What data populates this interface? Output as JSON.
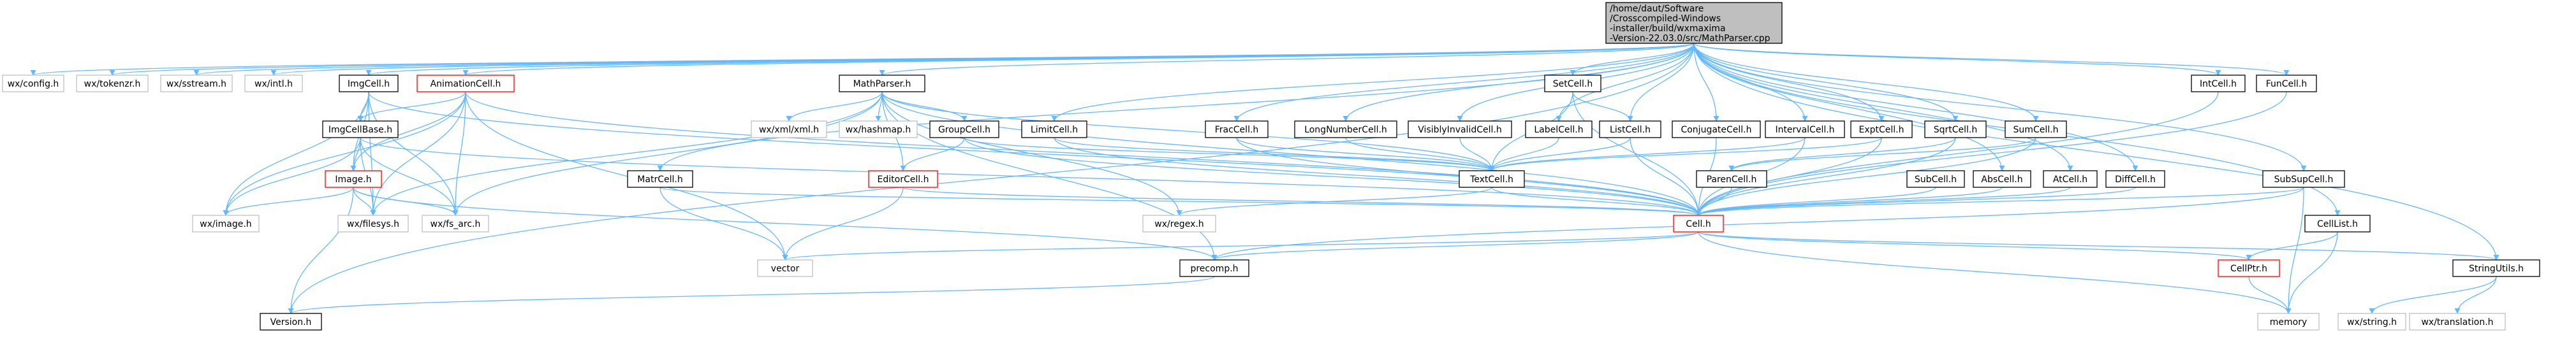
{
  "colors": {
    "root_fill": "#bfbfbf",
    "root_border": "#000000",
    "project_border": "#000000",
    "external_border": "#bfbfbf",
    "highlight_border": "#ff0000",
    "edge": "#63b8ff"
  },
  "nodes": [
    {
      "id": "root",
      "kind": "root",
      "lines": [
        "/home/daut/Software",
        "/Crosscompiled-Windows",
        "-installer/build/wxmaxima",
        "-Version-22.03.0/src/MathParser.cpp"
      ]
    },
    {
      "id": "wxconfig",
      "kind": "external",
      "lines": [
        "wx/config.h"
      ]
    },
    {
      "id": "wxtokenzr",
      "kind": "external",
      "lines": [
        "wx/tokenzr.h"
      ]
    },
    {
      "id": "wxsstream",
      "kind": "external",
      "lines": [
        "wx/sstream.h"
      ]
    },
    {
      "id": "wxintl",
      "kind": "external",
      "lines": [
        "wx/intl.h"
      ]
    },
    {
      "id": "imgcell",
      "kind": "project",
      "lines": [
        "ImgCell.h"
      ]
    },
    {
      "id": "animationcell",
      "kind": "highlight",
      "lines": [
        "AnimationCell.h"
      ]
    },
    {
      "id": "mathparser",
      "kind": "project",
      "lines": [
        "MathParser.h"
      ]
    },
    {
      "id": "setcell",
      "kind": "project",
      "lines": [
        "SetCell.h"
      ]
    },
    {
      "id": "intcell",
      "kind": "project",
      "lines": [
        "IntCell.h"
      ]
    },
    {
      "id": "funcell",
      "kind": "project",
      "lines": [
        "FunCell.h"
      ]
    },
    {
      "id": "imgcellbase",
      "kind": "project",
      "lines": [
        "ImgCellBase.h"
      ]
    },
    {
      "id": "wxxml",
      "kind": "external",
      "lines": [
        "wx/xml/xml.h"
      ]
    },
    {
      "id": "wxhashmap",
      "kind": "external",
      "lines": [
        "wx/hashmap.h"
      ]
    },
    {
      "id": "groupcell",
      "kind": "project",
      "lines": [
        "GroupCell.h"
      ]
    },
    {
      "id": "limitcell",
      "kind": "project",
      "lines": [
        "LimitCell.h"
      ]
    },
    {
      "id": "fraccell",
      "kind": "project",
      "lines": [
        "FracCell.h"
      ]
    },
    {
      "id": "longnumbercell",
      "kind": "project",
      "lines": [
        "LongNumberCell.h"
      ]
    },
    {
      "id": "visiblyinvalidcell",
      "kind": "project",
      "lines": [
        "VisiblyInvalidCell.h"
      ]
    },
    {
      "id": "labelcell",
      "kind": "project",
      "lines": [
        "LabelCell.h"
      ]
    },
    {
      "id": "listcell",
      "kind": "project",
      "lines": [
        "ListCell.h"
      ]
    },
    {
      "id": "conjugatecell",
      "kind": "project",
      "lines": [
        "ConjugateCell.h"
      ]
    },
    {
      "id": "intervalcell",
      "kind": "project",
      "lines": [
        "IntervalCell.h"
      ]
    },
    {
      "id": "exptcell",
      "kind": "project",
      "lines": [
        "ExptCell.h"
      ]
    },
    {
      "id": "sqrtcell",
      "kind": "project",
      "lines": [
        "SqrtCell.h"
      ]
    },
    {
      "id": "sumcell",
      "kind": "project",
      "lines": [
        "SumCell.h"
      ]
    },
    {
      "id": "imageh",
      "kind": "highlight",
      "lines": [
        "Image.h"
      ]
    },
    {
      "id": "editorcell",
      "kind": "highlight",
      "lines": [
        "EditorCell.h"
      ]
    },
    {
      "id": "matrcell",
      "kind": "project",
      "lines": [
        "MatrCell.h"
      ]
    },
    {
      "id": "textcell",
      "kind": "project",
      "lines": [
        "TextCell.h"
      ]
    },
    {
      "id": "parencell",
      "kind": "project",
      "lines": [
        "ParenCell.h"
      ]
    },
    {
      "id": "subcell",
      "kind": "project",
      "lines": [
        "SubCell.h"
      ]
    },
    {
      "id": "abscell",
      "kind": "project",
      "lines": [
        "AbsCell.h"
      ]
    },
    {
      "id": "atcell",
      "kind": "project",
      "lines": [
        "AtCell.h"
      ]
    },
    {
      "id": "diffcell",
      "kind": "project",
      "lines": [
        "DiffCell.h"
      ]
    },
    {
      "id": "subsupcell",
      "kind": "project",
      "lines": [
        "SubSupCell.h"
      ]
    },
    {
      "id": "wximage",
      "kind": "external",
      "lines": [
        "wx/image.h"
      ]
    },
    {
      "id": "wxfilesys",
      "kind": "external",
      "lines": [
        "wx/filesys.h"
      ]
    },
    {
      "id": "wxfsarc",
      "kind": "external",
      "lines": [
        "wx/fs_arc.h"
      ]
    },
    {
      "id": "wxregex",
      "kind": "external",
      "lines": [
        "wx/regex.h"
      ]
    },
    {
      "id": "cellh",
      "kind": "highlight",
      "lines": [
        "Cell.h"
      ]
    },
    {
      "id": "celllist",
      "kind": "project",
      "lines": [
        "CellList.h"
      ]
    },
    {
      "id": "vector",
      "kind": "external",
      "lines": [
        "vector"
      ]
    },
    {
      "id": "precomp",
      "kind": "project",
      "lines": [
        "precomp.h"
      ]
    },
    {
      "id": "cellptr",
      "kind": "highlight",
      "lines": [
        "CellPtr.h"
      ]
    },
    {
      "id": "stringutils",
      "kind": "project",
      "lines": [
        "StringUtils.h"
      ]
    },
    {
      "id": "version",
      "kind": "project",
      "lines": [
        "Version.h"
      ]
    },
    {
      "id": "memory",
      "kind": "external",
      "lines": [
        "memory"
      ]
    },
    {
      "id": "wxstring",
      "kind": "external",
      "lines": [
        "wx/string.h"
      ]
    },
    {
      "id": "wxtranslation",
      "kind": "external",
      "lines": [
        "wx/translation.h"
      ]
    }
  ],
  "edges": [
    [
      "root",
      "wxconfig"
    ],
    [
      "root",
      "wxtokenzr"
    ],
    [
      "root",
      "wxsstream"
    ],
    [
      "root",
      "wxintl"
    ],
    [
      "root",
      "imgcell"
    ],
    [
      "root",
      "animationcell"
    ],
    [
      "root",
      "mathparser"
    ],
    [
      "root",
      "setcell"
    ],
    [
      "root",
      "intcell"
    ],
    [
      "root",
      "funcell"
    ],
    [
      "root",
      "limitcell"
    ],
    [
      "root",
      "fraccell"
    ],
    [
      "root",
      "longnumbercell"
    ],
    [
      "root",
      "visiblyinvalidcell"
    ],
    [
      "root",
      "labelcell"
    ],
    [
      "root",
      "listcell"
    ],
    [
      "root",
      "conjugatecell"
    ],
    [
      "root",
      "intervalcell"
    ],
    [
      "root",
      "exptcell"
    ],
    [
      "root",
      "sqrtcell"
    ],
    [
      "root",
      "sumcell"
    ],
    [
      "root",
      "matrcell"
    ],
    [
      "root",
      "abscell"
    ],
    [
      "root",
      "atcell"
    ],
    [
      "root",
      "diffcell"
    ],
    [
      "root",
      "subsupcell"
    ],
    [
      "root",
      "celllist"
    ],
    [
      "root",
      "stringutils"
    ],
    [
      "root",
      "version"
    ],
    [
      "imgcell",
      "imgcellbase"
    ],
    [
      "imgcell",
      "imageh"
    ],
    [
      "imgcell",
      "wximage"
    ],
    [
      "imgcell",
      "wxfilesys"
    ],
    [
      "imgcell",
      "wxfsarc"
    ],
    [
      "imgcell",
      "cellh"
    ],
    [
      "animationcell",
      "imgcellbase"
    ],
    [
      "animationcell",
      "imageh"
    ],
    [
      "animationcell",
      "wximage"
    ],
    [
      "animationcell",
      "wxfilesys"
    ],
    [
      "animationcell",
      "wxfsarc"
    ],
    [
      "animationcell",
      "vector"
    ],
    [
      "animationcell",
      "cellh"
    ],
    [
      "imgcellbase",
      "imageh"
    ],
    [
      "imgcellbase",
      "wximage"
    ],
    [
      "imgcellbase",
      "wxfilesys"
    ],
    [
      "imgcellbase",
      "wxfsarc"
    ],
    [
      "imgcellbase",
      "cellh"
    ],
    [
      "imageh",
      "wximage"
    ],
    [
      "imageh",
      "wxfilesys"
    ],
    [
      "imageh",
      "wxfsarc"
    ],
    [
      "imageh",
      "version"
    ],
    [
      "imageh",
      "precomp"
    ],
    [
      "mathparser",
      "wxxml"
    ],
    [
      "mathparser",
      "wxhashmap"
    ],
    [
      "mathparser",
      "groupcell"
    ],
    [
      "mathparser",
      "editorcell"
    ],
    [
      "mathparser",
      "textcell"
    ],
    [
      "mathparser",
      "cellh"
    ],
    [
      "mathparser",
      "wxfilesys"
    ],
    [
      "mathparser",
      "wxfsarc"
    ],
    [
      "mathparser",
      "wxregex"
    ],
    [
      "mathparser",
      "precomp"
    ],
    [
      "groupcell",
      "editorcell"
    ],
    [
      "groupcell",
      "textcell"
    ],
    [
      "groupcell",
      "cellh"
    ],
    [
      "editorcell",
      "cellh"
    ],
    [
      "editorcell",
      "vector"
    ],
    [
      "limitcell",
      "textcell"
    ],
    [
      "limitcell",
      "cellh"
    ],
    [
      "fraccell",
      "textcell"
    ],
    [
      "fraccell",
      "cellh"
    ],
    [
      "longnumbercell",
      "textcell"
    ],
    [
      "visiblyinvalidcell",
      "textcell"
    ],
    [
      "labelcell",
      "textcell"
    ],
    [
      "setcell",
      "listcell"
    ],
    [
      "setcell",
      "textcell"
    ],
    [
      "setcell",
      "cellh"
    ],
    [
      "listcell",
      "textcell"
    ],
    [
      "listcell",
      "cellh"
    ],
    [
      "conjugatecell",
      "cellh"
    ],
    [
      "intervalcell",
      "textcell"
    ],
    [
      "intervalcell",
      "cellh"
    ],
    [
      "exptcell",
      "textcell"
    ],
    [
      "exptcell",
      "cellh"
    ],
    [
      "sqrtcell",
      "cellh"
    ],
    [
      "sqrtcell",
      "parencell"
    ],
    [
      "sumcell",
      "parencell"
    ],
    [
      "sumcell",
      "cellh"
    ],
    [
      "matrcell",
      "cellh"
    ],
    [
      "matrcell",
      "vector"
    ],
    [
      "textcell",
      "cellh"
    ],
    [
      "textcell",
      "wxregex"
    ],
    [
      "parencell",
      "cellh"
    ],
    [
      "subcell",
      "cellh"
    ],
    [
      "abscell",
      "cellh"
    ],
    [
      "atcell",
      "cellh"
    ],
    [
      "diffcell",
      "cellh"
    ],
    [
      "intcell",
      "cellh"
    ],
    [
      "funcell",
      "cellh"
    ],
    [
      "subsupcell",
      "cellh"
    ],
    [
      "subsupcell",
      "precomp"
    ],
    [
      "subsupcell",
      "memory"
    ],
    [
      "cellh",
      "vector"
    ],
    [
      "cellh",
      "precomp"
    ],
    [
      "cellh",
      "cellptr"
    ],
    [
      "cellh",
      "stringutils"
    ],
    [
      "cellh",
      "memory"
    ],
    [
      "celllist",
      "cellptr"
    ],
    [
      "celllist",
      "memory"
    ],
    [
      "cellptr",
      "memory"
    ],
    [
      "precomp",
      "version"
    ],
    [
      "stringutils",
      "wxstring"
    ],
    [
      "stringutils",
      "wxtranslation"
    ]
  ]
}
